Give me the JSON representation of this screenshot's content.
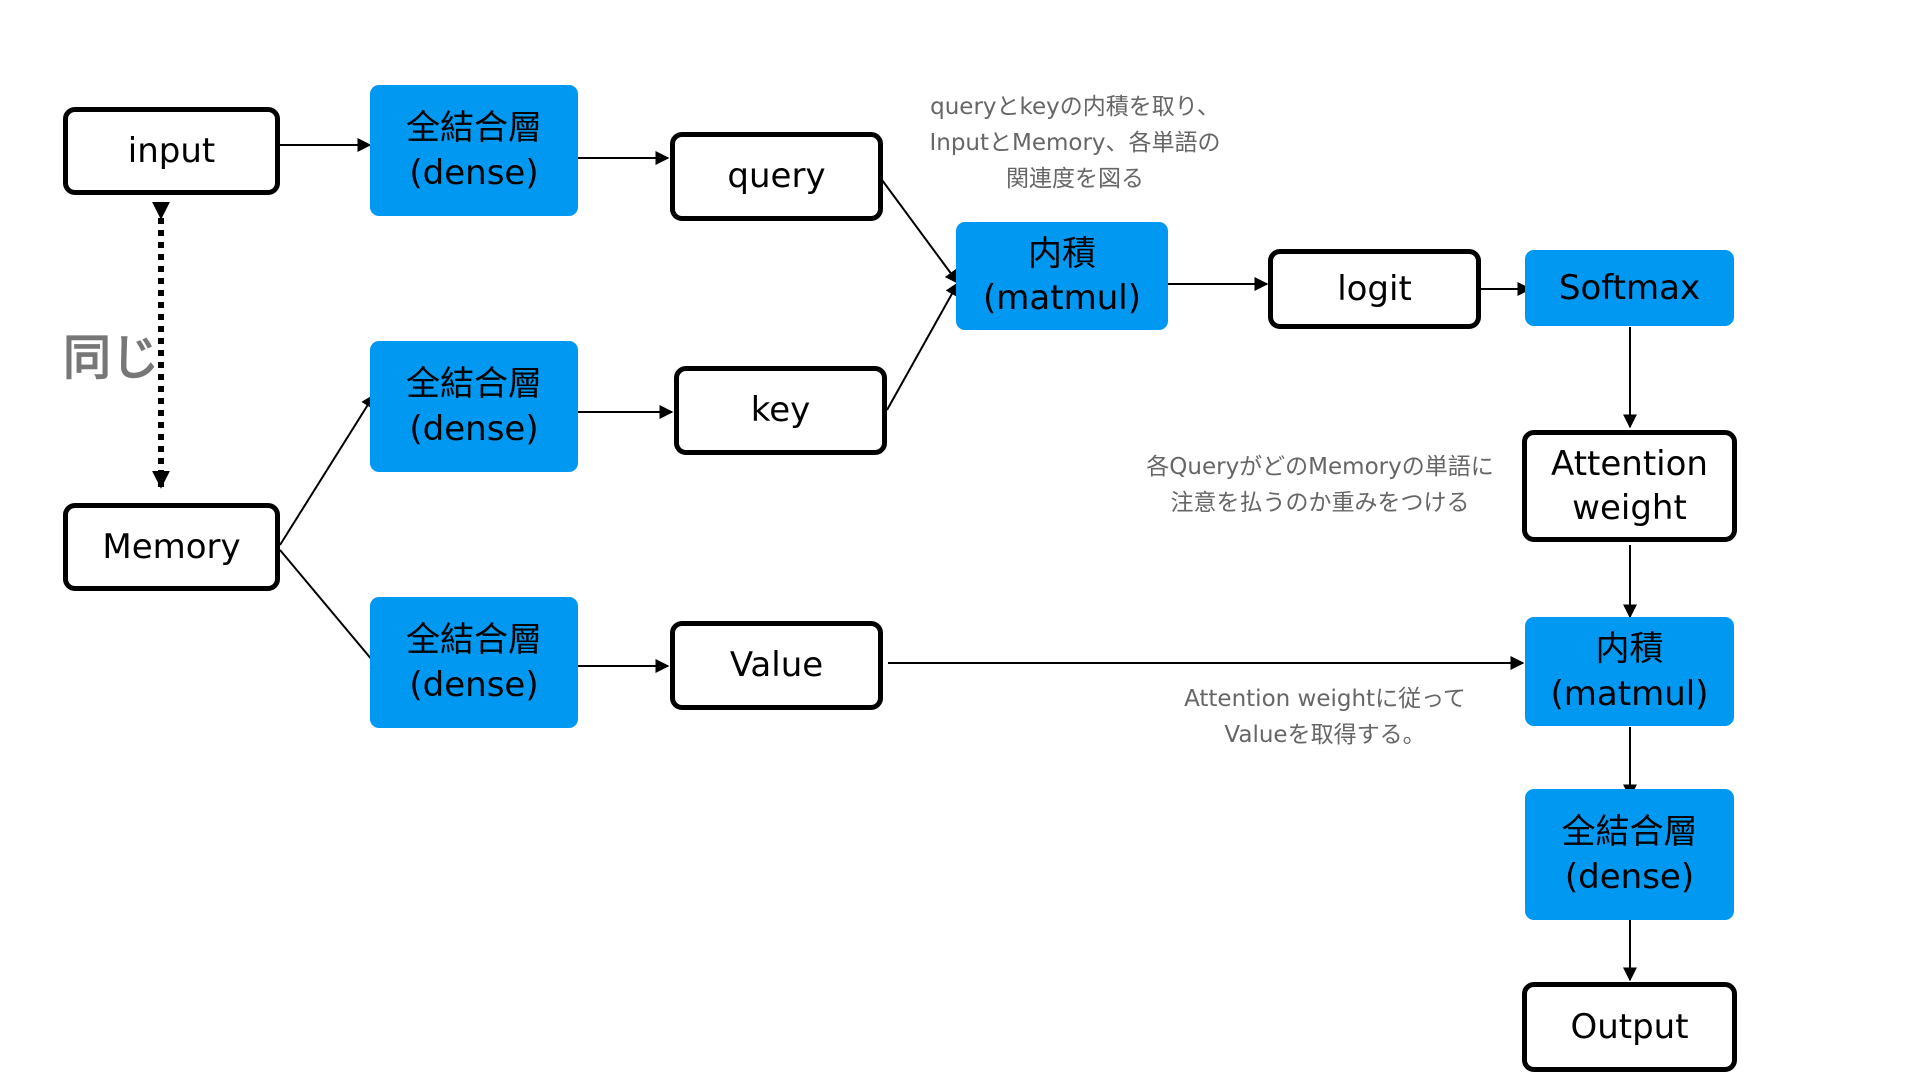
{
  "nodes": {
    "input": "input",
    "memory": "Memory",
    "query": "query",
    "key": "key",
    "value": "Value",
    "logit": "logit",
    "attention_weight": [
      "Attention",
      "weight"
    ],
    "output": "Output",
    "dense_top": [
      "全結合層",
      "(dense)"
    ],
    "dense_mid": [
      "全結合層",
      "(dense)"
    ],
    "dense_bot": [
      "全結合層",
      "(dense)"
    ],
    "matmul_top": [
      "内積",
      "(matmul)"
    ],
    "softmax": "Softmax",
    "matmul_bottom": [
      "内積",
      "(matmul)"
    ],
    "dense_out": [
      "全結合層",
      "(dense)"
    ]
  },
  "labels": {
    "same": "同じ"
  },
  "notes": {
    "qk": [
      "queryとkeyの内積を取り、",
      "InputとMemory、各単語の",
      "関連度を図る"
    ],
    "attention": [
      "各QueryがどのMemoryの単語に",
      "注意を払うのか重みをつける"
    ],
    "value": [
      "Attention weightに従って",
      "Valueを取得する。"
    ]
  },
  "colors": {
    "accent": "#0098f0",
    "border": "#000000",
    "note_text": "#666666"
  }
}
